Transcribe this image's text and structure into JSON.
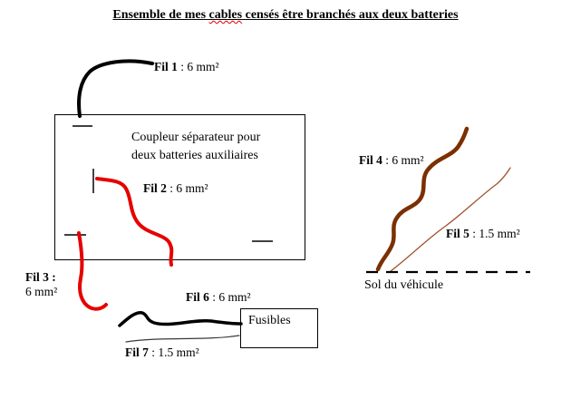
{
  "title": {
    "part1": "Ensemble de mes ",
    "misspelled_word": "cables",
    "part2": " censés être branchés aux deux batteries"
  },
  "coupler_box": {
    "line1": "Coupleur séparateur pour",
    "line2": "deux batteries auxiliaires"
  },
  "fusibles_box": {
    "label": "Fusibles"
  },
  "ground": {
    "label": "Sol du véhicule"
  },
  "wires": {
    "fil1": {
      "name": "Fil 1",
      "spec": " : 6 mm²",
      "color": "#000000"
    },
    "fil2": {
      "name": "Fil 2",
      "spec": " : 6 mm²",
      "color": "#e60000"
    },
    "fil3": {
      "name": "Fil 3 :",
      "spec": "6 mm²",
      "color": "#e60000"
    },
    "fil4": {
      "name": "Fil 4",
      "spec": " : 6  mm²",
      "color": "#7b3000"
    },
    "fil5": {
      "name": "Fil 5",
      "spec": " : 1.5 mm²",
      "color": "#a0522d"
    },
    "fil6": {
      "name": "Fil 6",
      "spec": " : 6 mm²",
      "color": "#000000"
    },
    "fil7": {
      "name": "Fil 7",
      "spec": " : 1.5 mm²",
      "color": "#3a3a3a"
    }
  }
}
